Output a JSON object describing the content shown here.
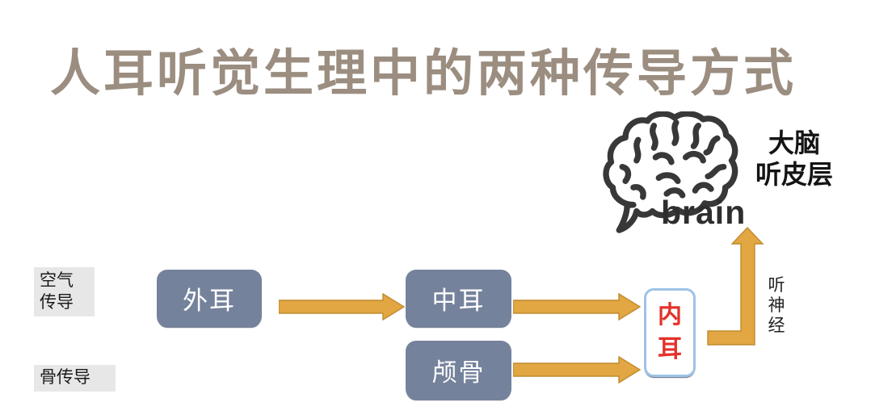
{
  "slide": {
    "title": "人耳听觉生理中的两种传导方式"
  },
  "brain_group": {
    "icon": "brain-icon",
    "caption": "brain",
    "cortex_label": "大脑\n听皮层"
  },
  "conduction_labels": {
    "air": "空气\n传导",
    "bone": "骨传导"
  },
  "nodes": {
    "outer_ear": "外耳",
    "middle_ear": "中耳",
    "skull": "颅骨",
    "inner_ear": "内\n耳"
  },
  "nerve_label": "听\n神\n经",
  "colors": {
    "title": "#9b8e80",
    "node_fill": "#75829c",
    "node_edge": "#5f6b84",
    "node_text": "#ffffff",
    "arrow": "#e2a642",
    "arrow_edge": "#c08b2e",
    "inner_ear_border": "#9dc3e6",
    "inner_ear_text": "#e3322a",
    "label_bg": "#e7e7e7",
    "ink": "#1a1a1a"
  }
}
